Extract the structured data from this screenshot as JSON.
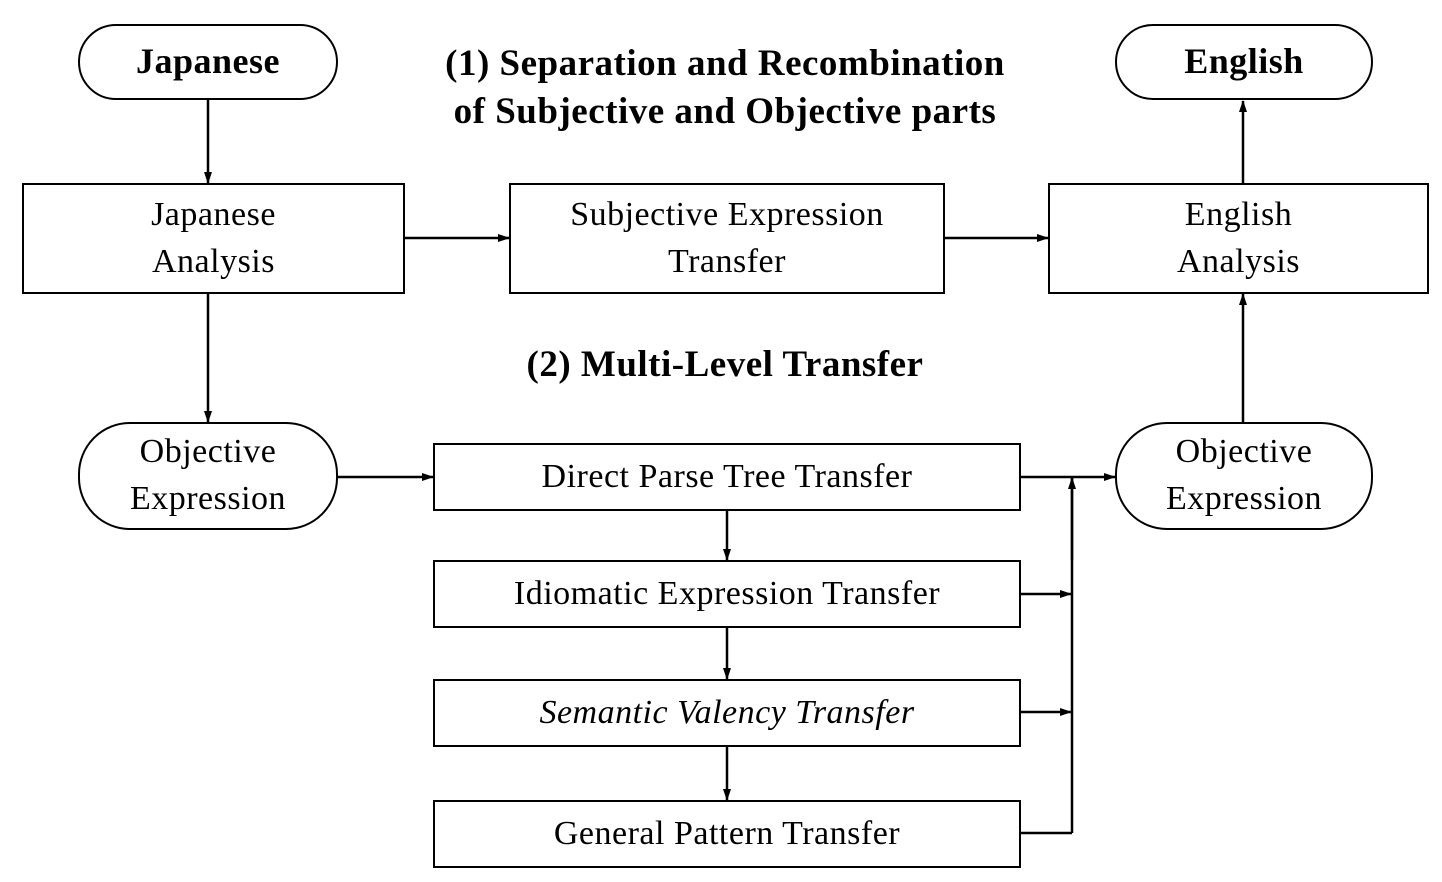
{
  "headings": {
    "separation": "(1) Separation and Recombination\nof Subjective and Objective parts",
    "multilevel": "(2) Multi-Level Transfer"
  },
  "nodes": {
    "japanese": "Japanese",
    "english": "English",
    "japanese_analysis": "Japanese\nAnalysis",
    "subjective_transfer": "Subjective Expression\nTransfer",
    "english_analysis": "English\nAnalysis",
    "objective_expression_left": "Objective\nExpression",
    "objective_expression_right": "Objective\nExpression",
    "direct_parse": "Direct Parse Tree Transfer",
    "idiomatic": "Idiomatic Expression Transfer",
    "semantic_valency": "Semantic Valency Transfer",
    "general_pattern": "General Pattern Transfer"
  },
  "colors": {
    "line": "#000000",
    "background": "#ffffff"
  }
}
